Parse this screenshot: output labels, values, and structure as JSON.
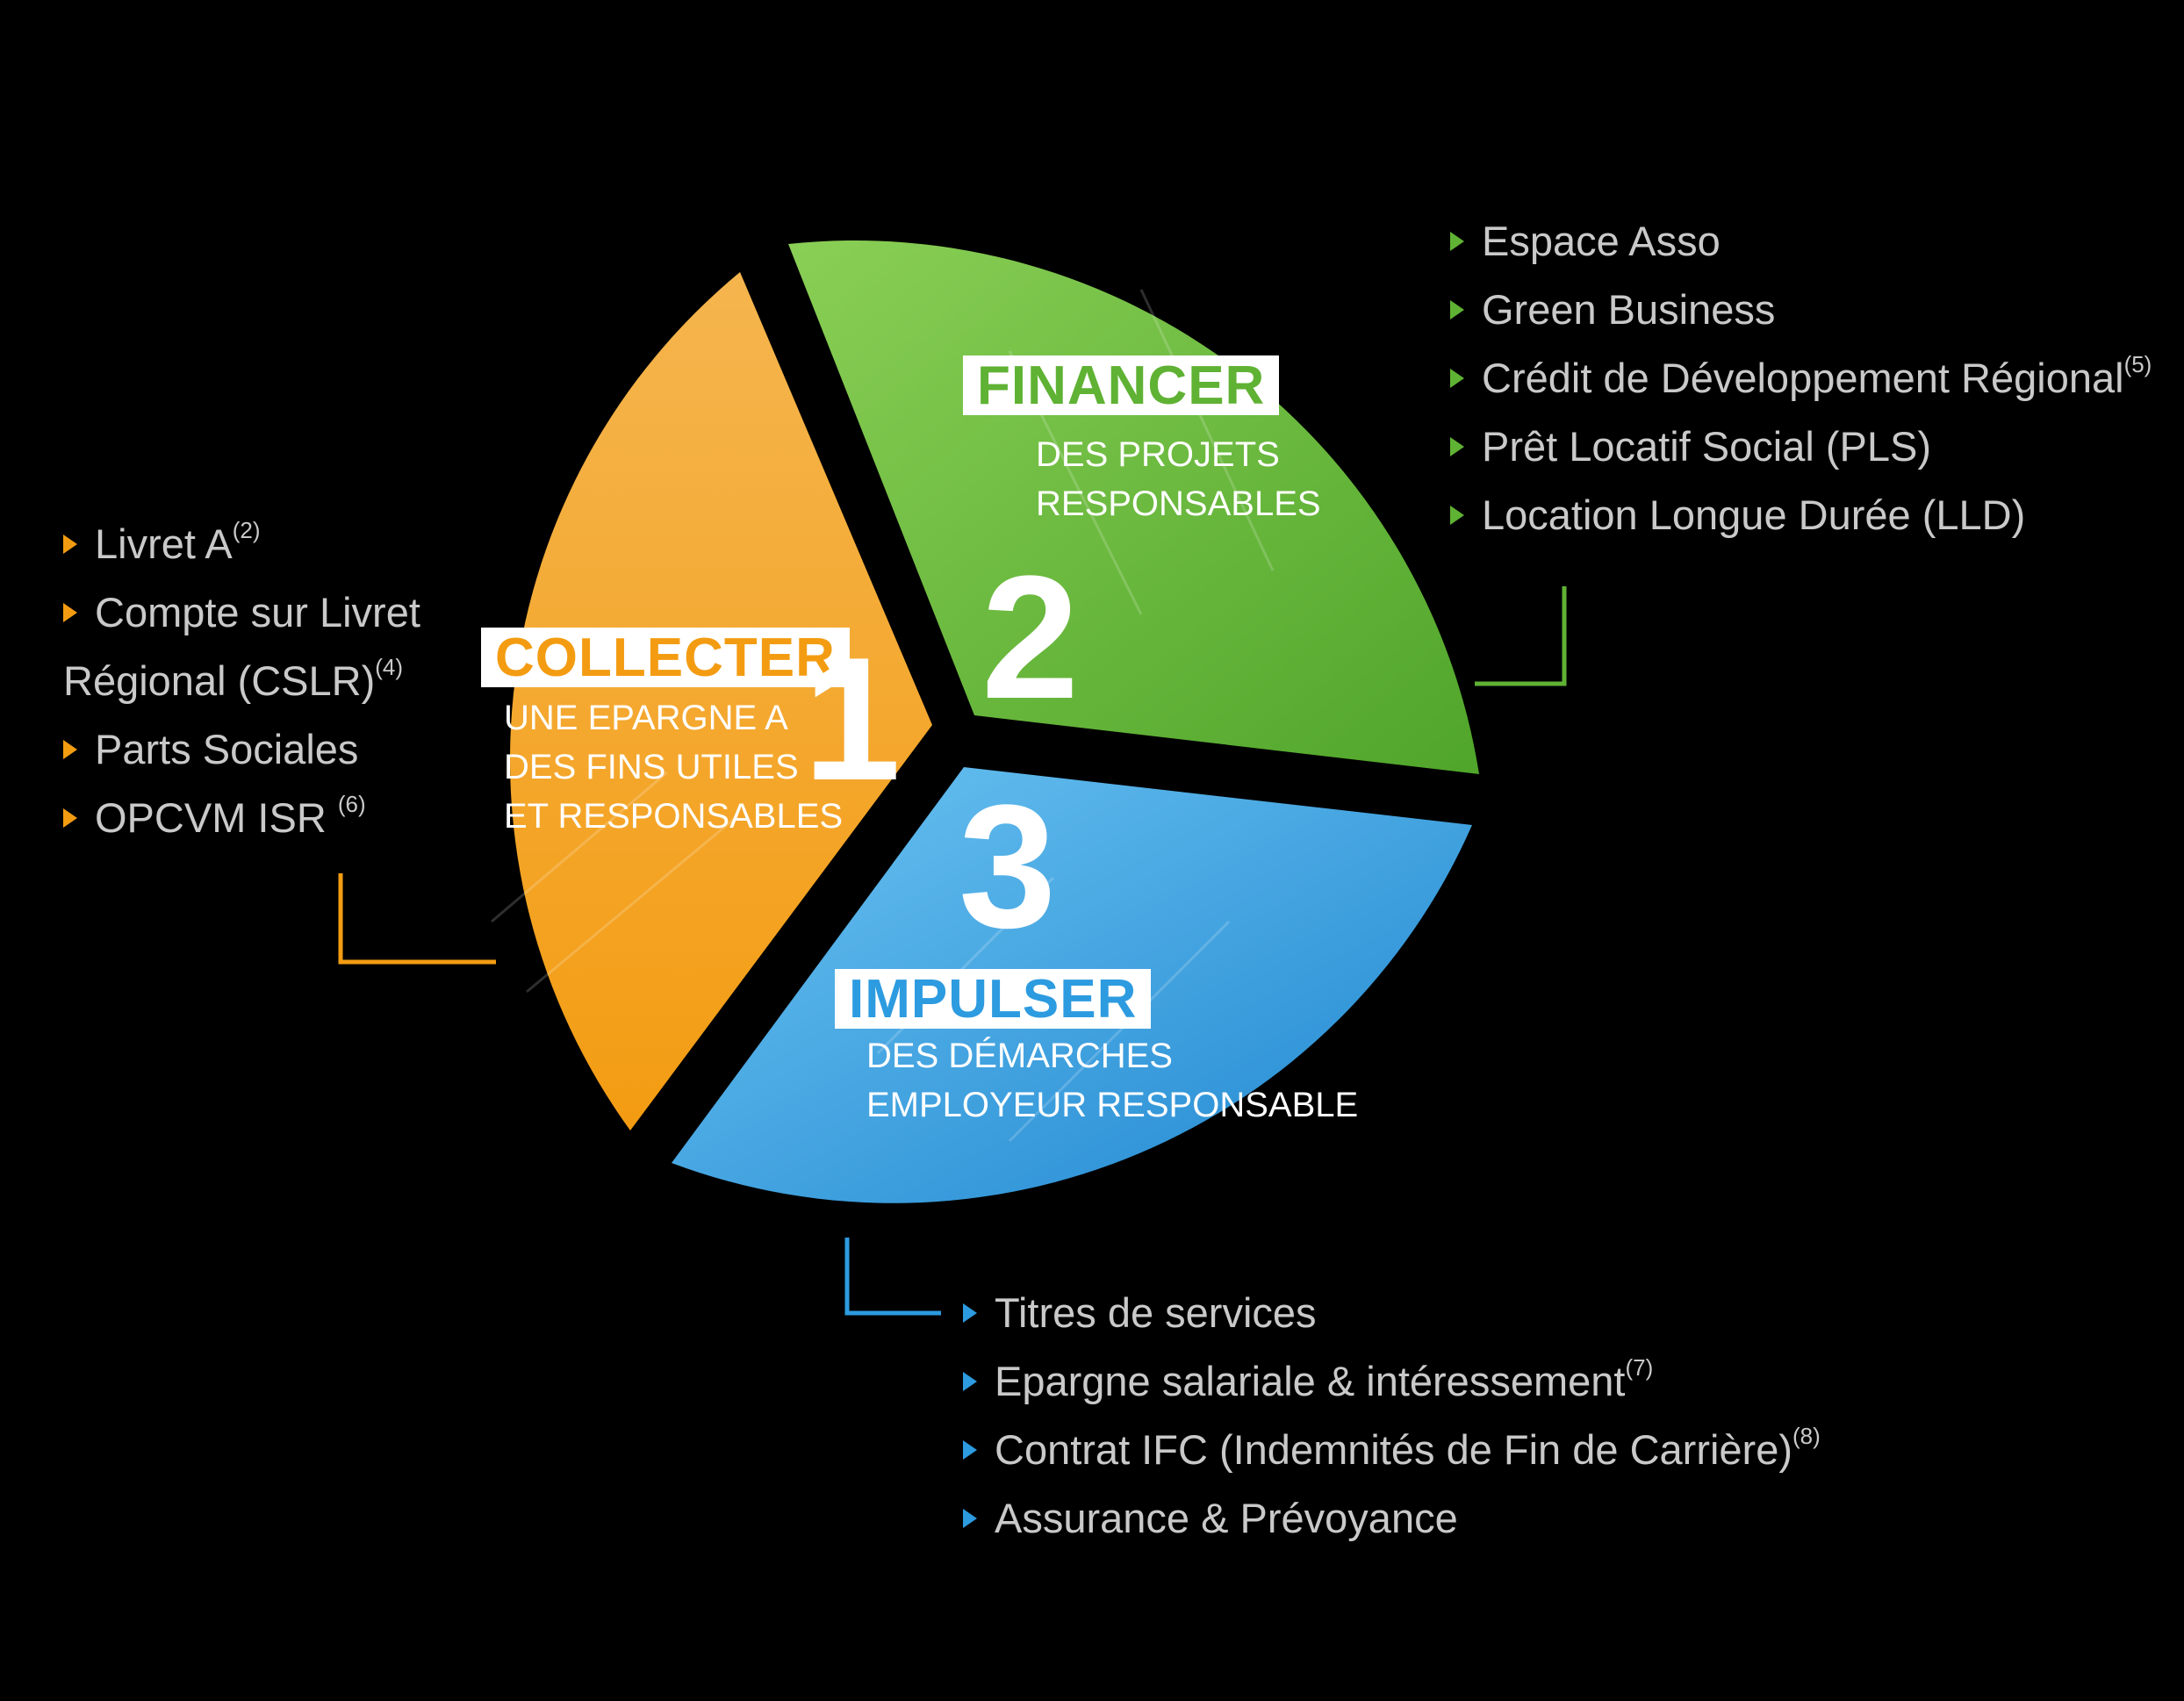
{
  "colors": {
    "orange": "#F39C12",
    "orange_light": "#F5B54E",
    "green": "#5FB233",
    "green_light": "#7CC94A",
    "blue": "#2D9BE0",
    "blue_light": "#55B8EE",
    "list_text": "#C9C9C9",
    "background": "#000000"
  },
  "segments": [
    {
      "id": "collecter",
      "number": "1",
      "title": "COLLECTER",
      "subtitle_lines": [
        "UNE EPARGNE A",
        "DES FINS UTILES",
        "ET RESPONSABLES"
      ],
      "bullet_color": "#F39C12",
      "items": [
        {
          "text": "Livret A",
          "sup": "(2)"
        },
        {
          "text": "Compte sur Livret",
          "text2": "Régional (CSLR)",
          "sup": "(4)"
        },
        {
          "text": "Parts Sociales",
          "sup": ""
        },
        {
          "text": "OPCVM ISR ",
          "sup": "(6)"
        }
      ]
    },
    {
      "id": "financer",
      "number": "2",
      "title": "FINANCER",
      "subtitle_lines": [
        "DES PROJETS",
        "RESPONSABLES"
      ],
      "bullet_color": "#5FB233",
      "items": [
        {
          "text": "Espace Asso",
          "sup": ""
        },
        {
          "text": "Green Business",
          "sup": ""
        },
        {
          "text": "Crédit de Développement Régional",
          "sup": "(5)"
        },
        {
          "text": "Prêt Locatif Social (PLS)",
          "sup": ""
        },
        {
          "text": "Location Longue Durée (LLD)",
          "sup": ""
        }
      ]
    },
    {
      "id": "impulser",
      "number": "3",
      "title": "IMPULSER",
      "subtitle_lines": [
        "DES DÉMARCHES",
        "EMPLOYEUR RESPONSABLE"
      ],
      "bullet_color": "#2D9BE0",
      "items": [
        {
          "text": "Titres de services",
          "sup": ""
        },
        {
          "text": "Epargne salariale & intéressement",
          "sup": "(7)"
        },
        {
          "text": "Contrat IFC (Indemnités de Fin de Carrière)",
          "sup": "(8)"
        },
        {
          "text": "Assurance & Prévoyance",
          "sup": ""
        }
      ]
    }
  ]
}
